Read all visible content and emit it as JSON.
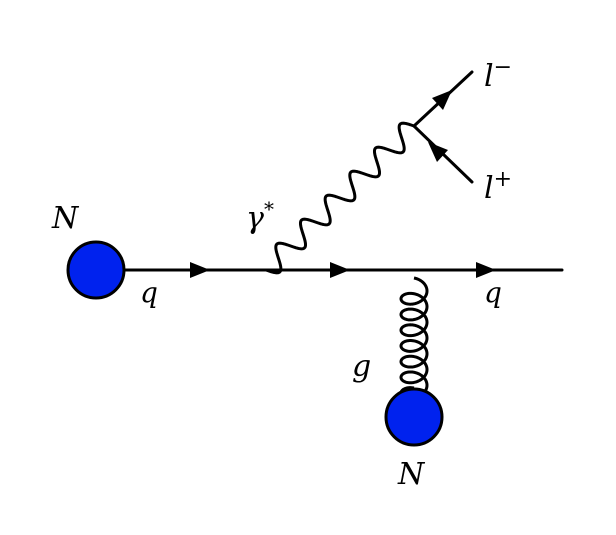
{
  "diagram": {
    "type": "feynman-diagram",
    "labels": {
      "nucleon_left": "N",
      "nucleon_bottom": "N",
      "quark_in": "q",
      "quark_out": "q",
      "photon": "γ",
      "photon_star": "*",
      "gluon": "g",
      "lepton_minus": "l",
      "lepton_minus_sign": "−",
      "lepton_plus": "l",
      "lepton_plus_sign": "+"
    },
    "colors": {
      "nucleon_fill": "#0022ee",
      "line": "#000000"
    }
  }
}
